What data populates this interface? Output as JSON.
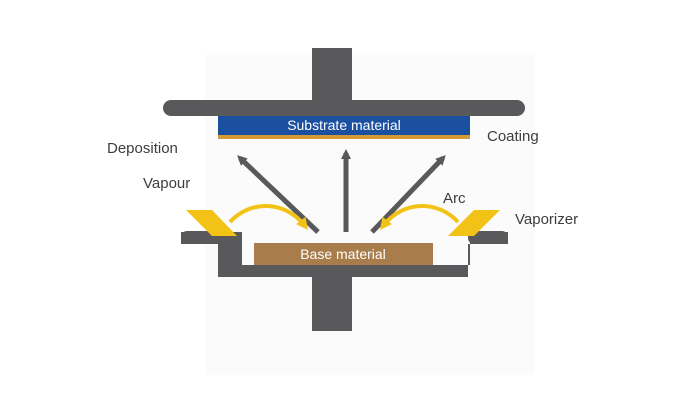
{
  "labels": {
    "substrate": "Substrate material",
    "base": "Base material",
    "deposition": "Deposition",
    "vapour": "Vapour",
    "coating": "Coating",
    "arc": "Arc",
    "vaporizer": "Vaporizer"
  },
  "colors": {
    "frame": "#59595b",
    "arrow": "#59595b",
    "substrate_fill": "#1b4fa0",
    "coating_stripe": "#d49a33",
    "base_fill": "#a87c4b",
    "vaporizer": "#f2c316",
    "arc": "#f2c316"
  }
}
